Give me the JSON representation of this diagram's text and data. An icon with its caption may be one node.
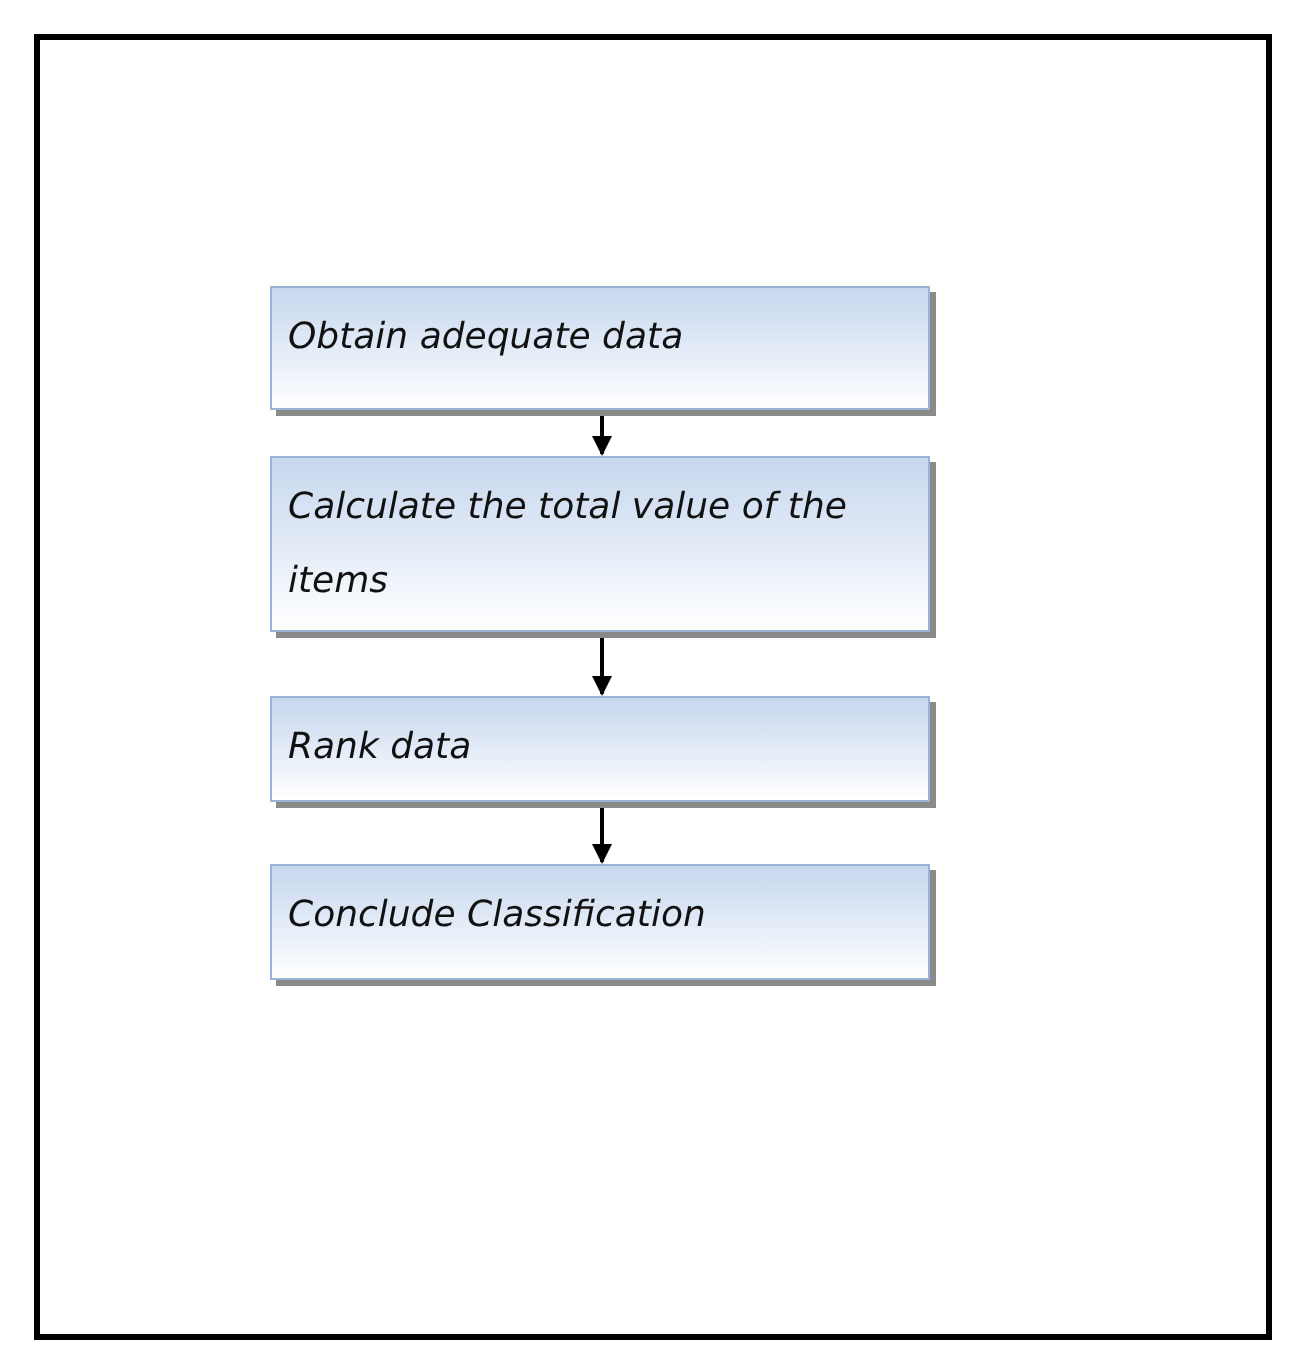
{
  "diagram": {
    "nodes": [
      {
        "text": [
          "Obtain adequate data"
        ]
      },
      {
        "text": [
          "Calculate the total value of the items"
        ]
      },
      {
        "text": [
          "Rank data"
        ]
      },
      {
        "text": [
          "Conclude Classification"
        ]
      }
    ],
    "edges": [
      {
        "from": 0,
        "to": 1,
        "arrow": "to"
      },
      {
        "from": 1,
        "to": 2,
        "arrow": "to"
      },
      {
        "from": 2,
        "to": 3,
        "arrow": "to"
      }
    ]
  }
}
